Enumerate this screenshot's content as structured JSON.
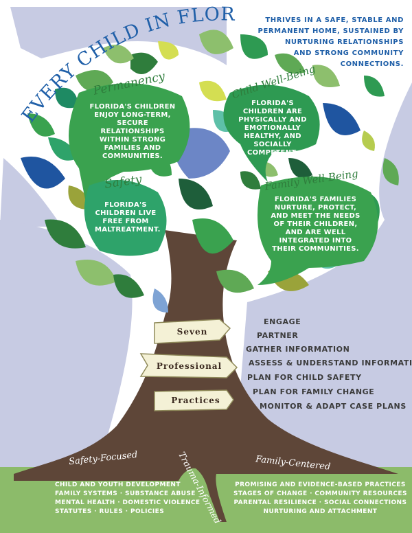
{
  "title": "Every Child in Florida",
  "intro": [
    "Thrives in a safe, stable and",
    "permanent home, sustained by",
    "nurturing relationships",
    "and strong community",
    "connections."
  ],
  "bubbles": {
    "permanency": {
      "label": "Permanency",
      "text": "Florida's children enjoy long-term, secure relationships within strong families and communities."
    },
    "child_well_being": {
      "label": "Child Well-Being",
      "text": "Florida's children are physically and emotionally healthy, and socially competent."
    },
    "safety": {
      "label": "Safety",
      "text": "Florida's children live free from maltreatment."
    },
    "family_well_being": {
      "label": "Family Well-Being",
      "text": "Florida's families nurture, protect, and meet the needs of their children, and are well integrated into their communities."
    }
  },
  "banner": {
    "line1": "Seven",
    "line2": "Professional",
    "line3": "Practices"
  },
  "practices": [
    "Engage",
    "Partner",
    "Gather Information",
    "Assess & Understand Information",
    "Plan for Child Safety",
    "Plan for Family Change",
    "Monitor & Adapt Case Plans"
  ],
  "roots": {
    "left": "Safety-Focused",
    "middle": "Trauma-Informed",
    "right": "Family-Centered"
  },
  "ground_left": [
    "Child and Youth Development",
    "Family Systems · Substance Abuse",
    "Mental Health · Domestic Violence",
    "Statutes · Rules · Policies"
  ],
  "ground_right": [
    "Promising and Evidence-Based Practices",
    "Stages of Change · Community Resources",
    "Parental Resilience · Social Connections",
    "Nurturing and Attachment"
  ],
  "colors": {
    "title": "#1f5fa8",
    "trunk": "#5e4638",
    "ground": "#8cbb6a",
    "sky": "#c7cbe3",
    "leaf_green": "#3aa24f"
  }
}
